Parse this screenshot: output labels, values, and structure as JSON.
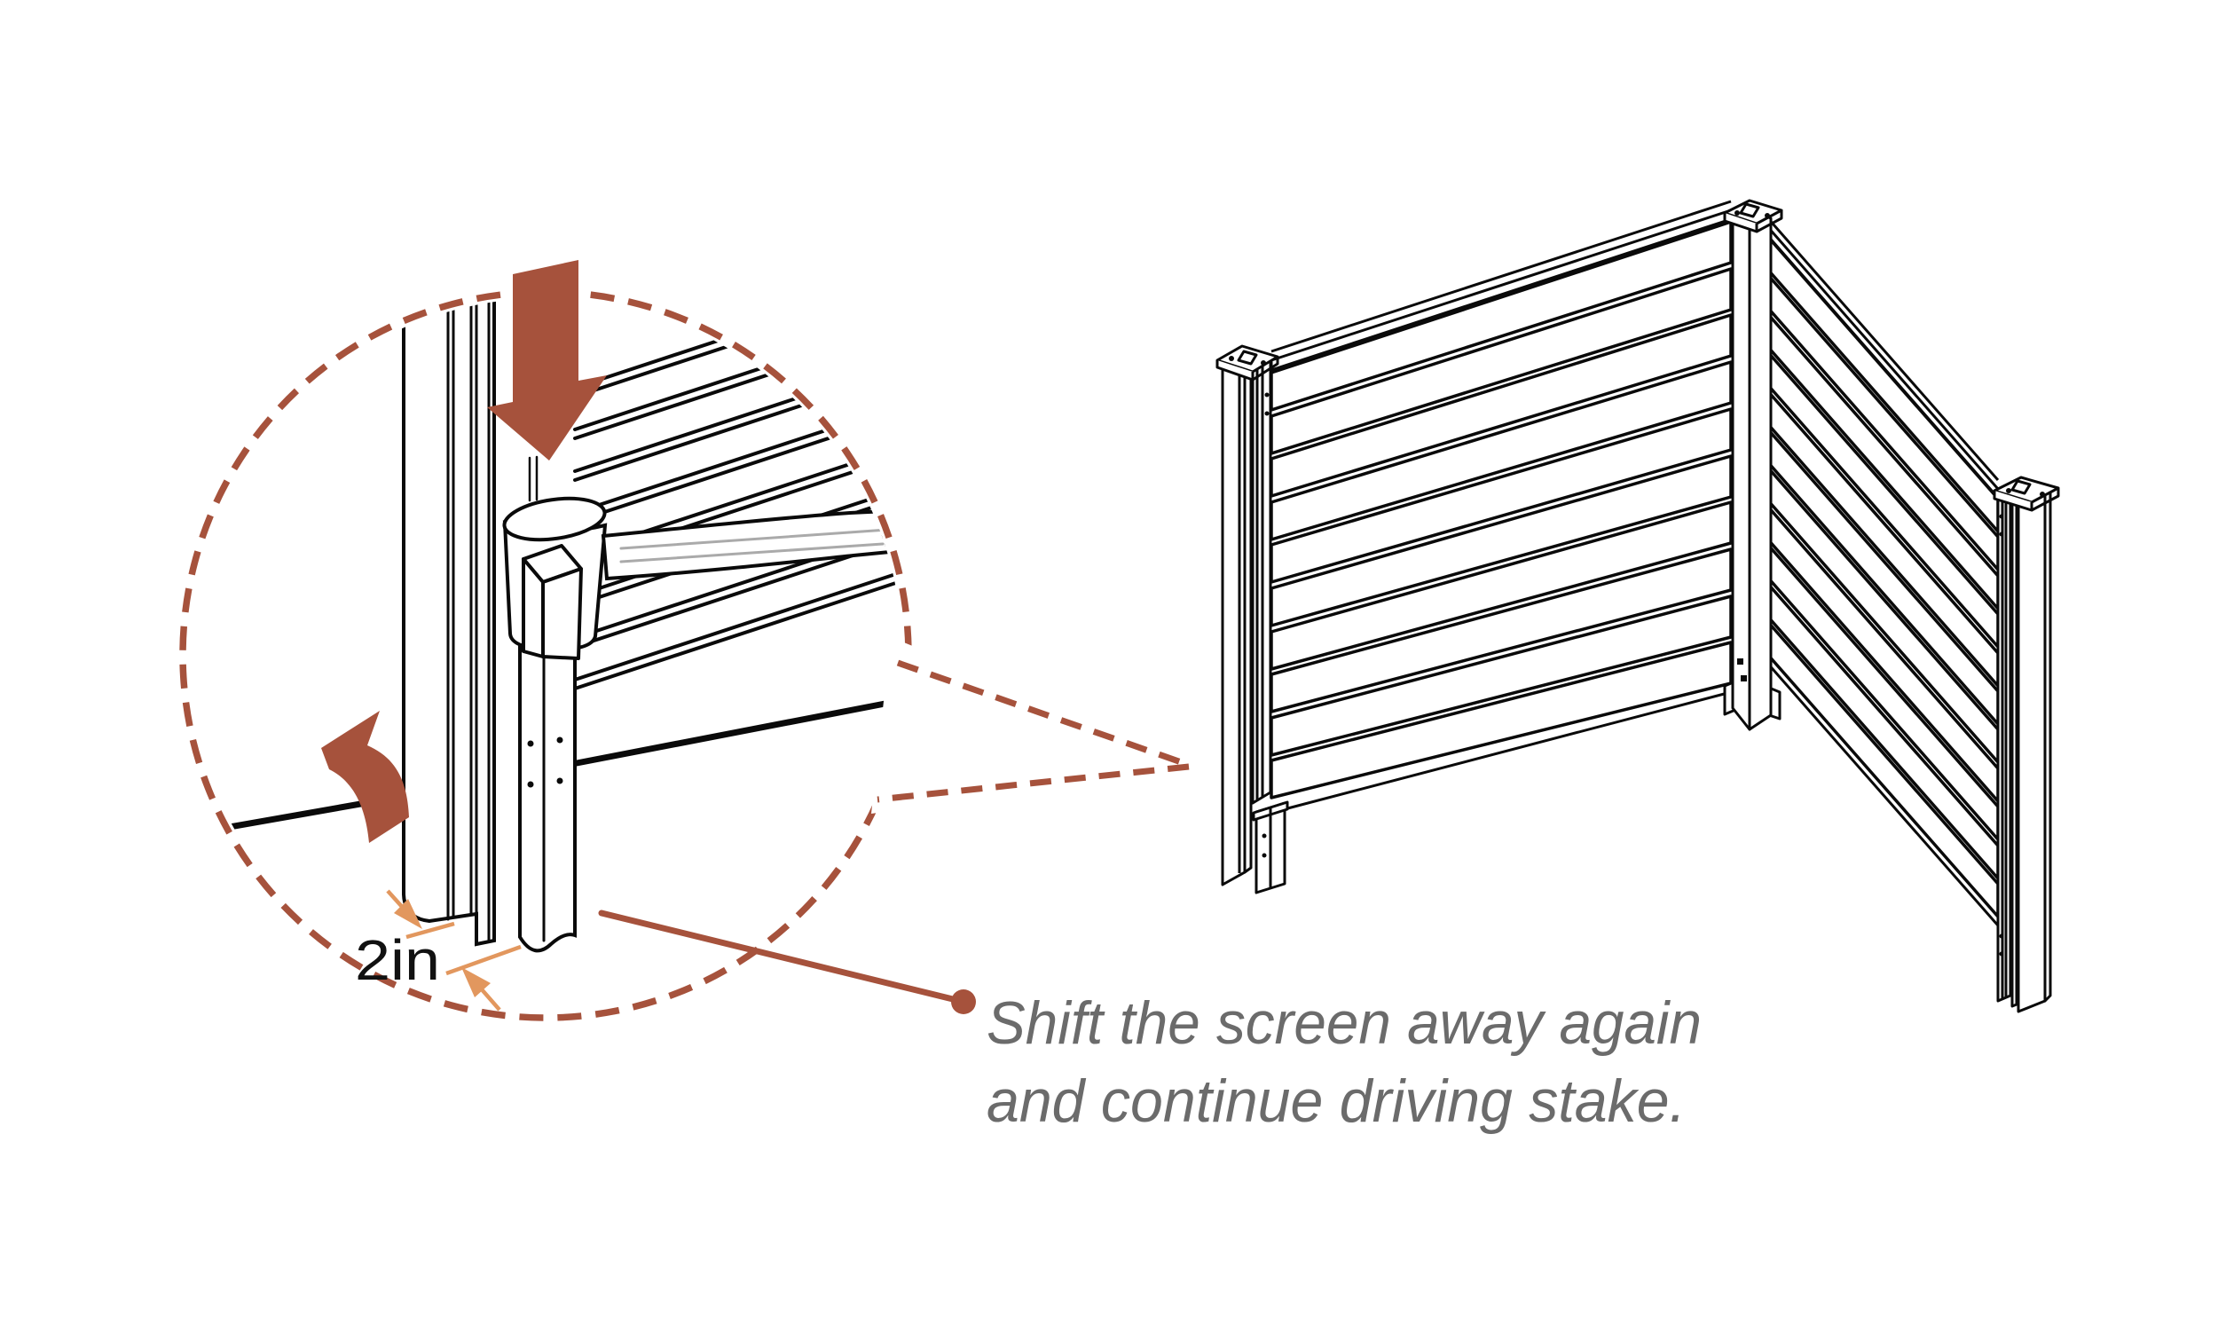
{
  "detail_view": {
    "dimension_label": "2in",
    "icons": {
      "drive_stake_icon": "down-arrow",
      "shift_screen_icon": "up-left-bent-arrow",
      "tool": "rubber-mallet"
    }
  },
  "note": {
    "line1": "Shift the screen away again",
    "line2": "and continue driving stake."
  },
  "colors": {
    "accent": "#a6523c",
    "dimension_arrows": "#e2975e",
    "note_text": "#6b6b6b",
    "line_art": "#0a0a0a",
    "background": "#ffffff"
  }
}
